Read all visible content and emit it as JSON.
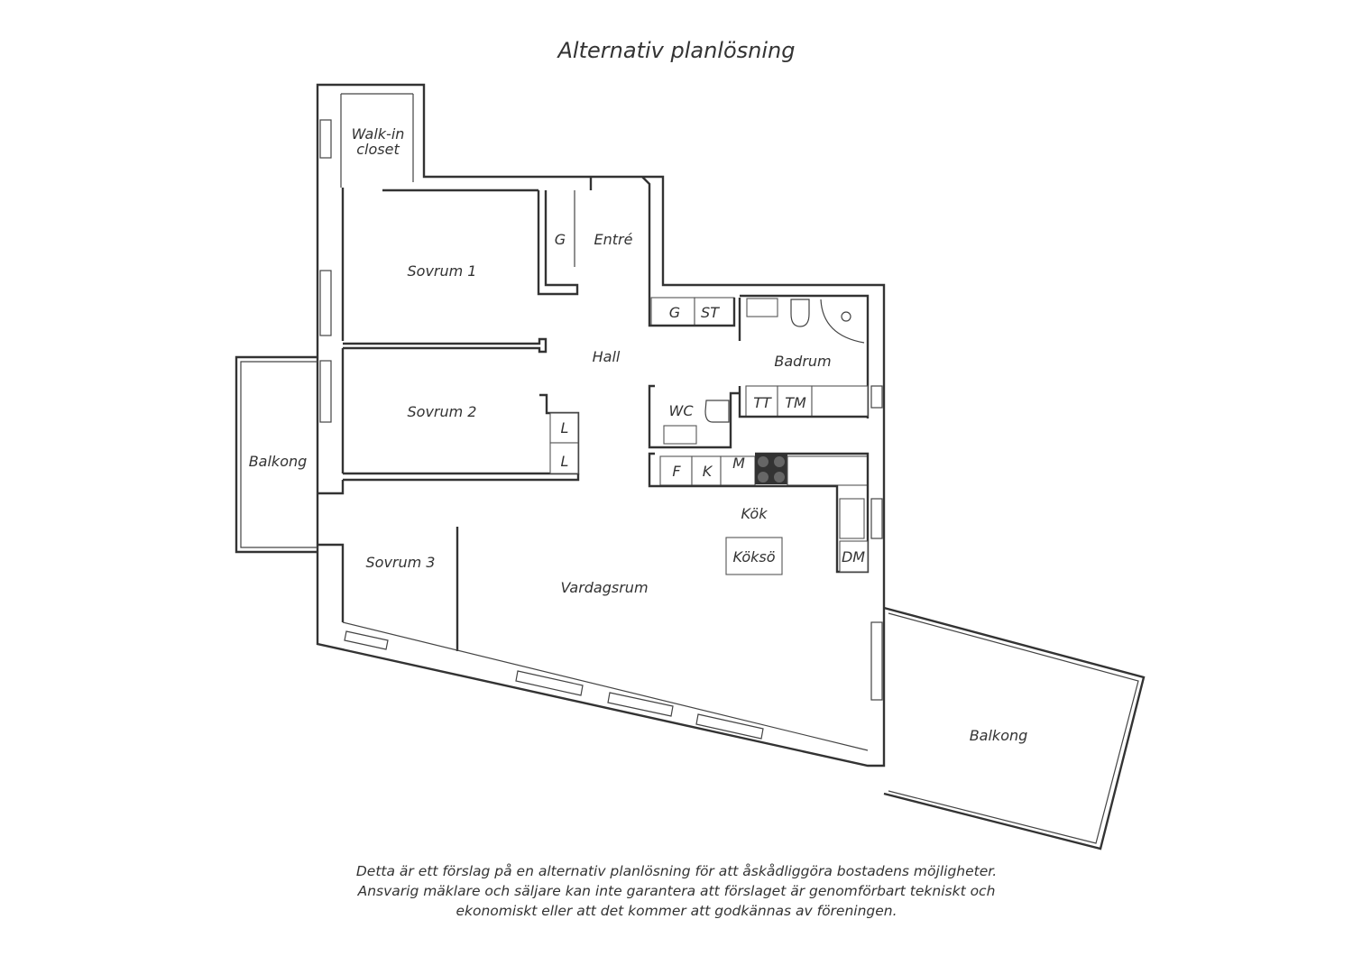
{
  "title": "Alternativ planlösning",
  "rooms": {
    "walk_in_line1": "Walk-in",
    "walk_in_line2": "closet",
    "entre": "Entré",
    "garderob_entre": "G",
    "sovrum1": "Sovrum 1",
    "hall": "Hall",
    "sovrum2": "Sovrum 2",
    "balkong_left": "Balkong",
    "sovrum3": "Sovrum 3",
    "vardagsrum": "Vardagsrum",
    "kok": "Kök",
    "koksö": "Köksö",
    "badrum": "Badrum",
    "wc": "WC",
    "balkong_right": "Balkong"
  },
  "fixtures": {
    "g": "G",
    "st": "ST",
    "tt": "TT",
    "tm": "TM",
    "l1": "L",
    "l2": "L",
    "f": "F",
    "k": "K",
    "m": "M",
    "dm": "DM"
  },
  "disclaimer": {
    "line1": "Detta är ett förslag på en alternativ planlösning för att åskådliggöra bostadens möjligheter.",
    "line2": "Ansvarig mäklare och säljare kan inte garantera att förslaget är genomförbart tekniskt och",
    "line3": "ekonomiskt eller att det kommer att godkännas av föreningen."
  }
}
